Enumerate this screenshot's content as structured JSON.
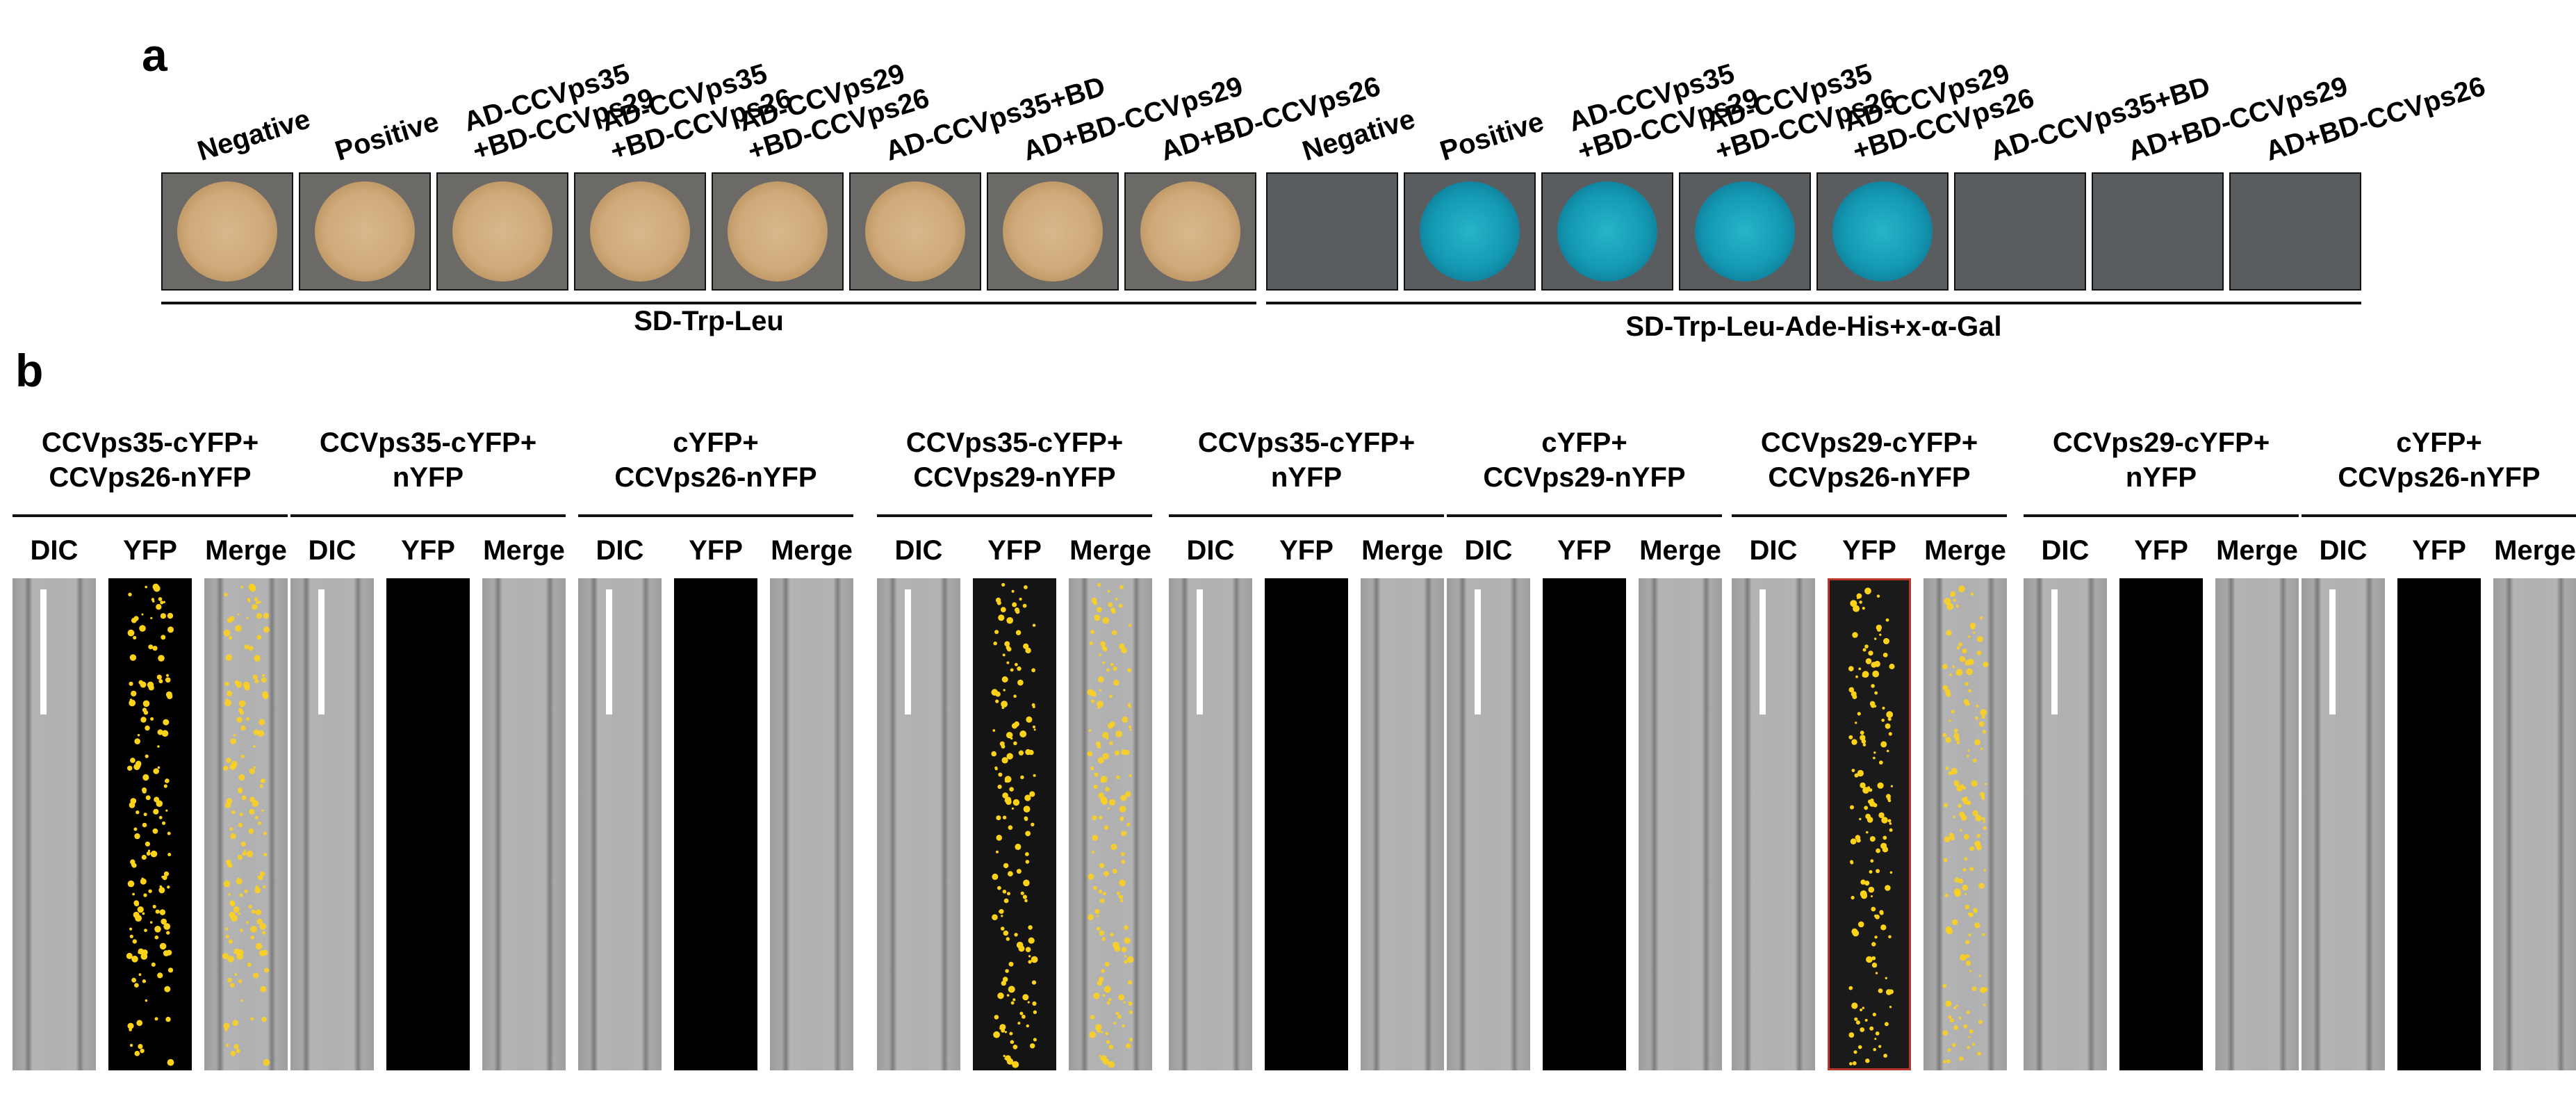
{
  "figure": {
    "panel_a_letter": "a",
    "panel_b_letter": "b"
  },
  "panel_a": {
    "columns": [
      {
        "lines": [
          "Negative"
        ]
      },
      {
        "lines": [
          "Positive"
        ]
      },
      {
        "lines": [
          "AD-CCVps35",
          "+BD-CCVps29"
        ]
      },
      {
        "lines": [
          "AD-CCVps35",
          "+BD-CCVps26"
        ]
      },
      {
        "lines": [
          "AD-CCVps29",
          "+BD-CCVps26"
        ]
      },
      {
        "lines": [
          "AD-CCVps35+BD"
        ]
      },
      {
        "lines": [
          "AD+BD-CCVps29"
        ]
      },
      {
        "lines": [
          "AD+BD-CCVps26"
        ]
      }
    ],
    "media": [
      {
        "label": "SD-Trp-Leu",
        "growth": [
          true,
          true,
          true,
          true,
          true,
          true,
          true,
          true
        ],
        "colony_color": "#cfa979"
      },
      {
        "label": "SD-Trp-Leu-Ade-His+x-α-Gal",
        "growth": [
          false,
          true,
          true,
          true,
          true,
          false,
          false,
          false
        ],
        "colony_color": "#1498b2"
      }
    ]
  },
  "panel_b": {
    "channel_labels": [
      "DIC",
      "YFP",
      "Merge"
    ],
    "yfp_color": "#ffd21a",
    "groups": [
      {
        "title": [
          "CCVps35-cYFP+",
          "CCVps26-nYFP"
        ],
        "signal": true
      },
      {
        "title": [
          "CCVps35-cYFP+",
          "nYFP"
        ],
        "signal": false
      },
      {
        "title": [
          "cYFP+",
          "CCVps26-nYFP"
        ],
        "signal": false
      },
      {
        "title": [
          "CCVps35-cYFP+",
          "CCVps29-nYFP"
        ],
        "signal": true
      },
      {
        "title": [
          "CCVps35-cYFP+",
          "nYFP"
        ],
        "signal": false
      },
      {
        "title": [
          "cYFP+",
          "CCVps29-nYFP"
        ],
        "signal": false
      },
      {
        "title": [
          "CCVps29-cYFP+",
          "CCVps26-nYFP"
        ],
        "signal": true
      },
      {
        "title": [
          "CCVps29-cYFP+",
          "nYFP"
        ],
        "signal": false
      },
      {
        "title": [
          "cYFP+",
          "CCVps26-nYFP"
        ],
        "signal": false
      }
    ]
  }
}
